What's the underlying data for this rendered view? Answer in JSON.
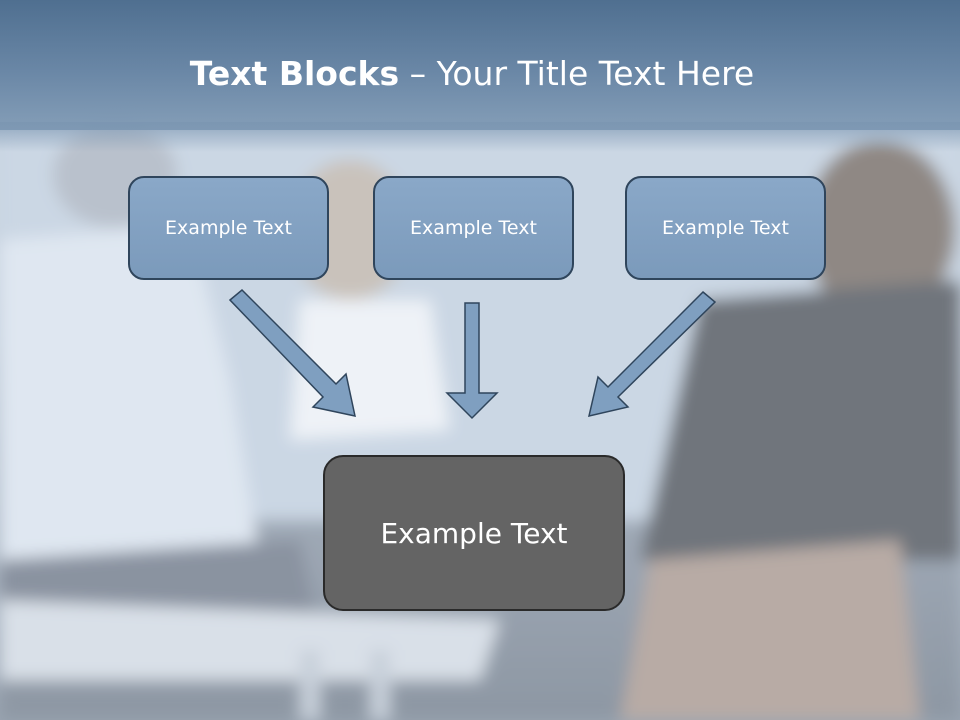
{
  "title": {
    "bold": "Text Blocks",
    "rest": " – Your Title Text Here"
  },
  "boxes": {
    "left": "Example Text",
    "center": "Example Text",
    "right": "Example Text",
    "target": "Example Text"
  },
  "colors": {
    "title_band": "#5f7e9e",
    "box_fill": "#7f9fc0",
    "box_border": "#2f455c",
    "target_fill": "#646464",
    "arrow_fill": "#7f9fc0"
  }
}
